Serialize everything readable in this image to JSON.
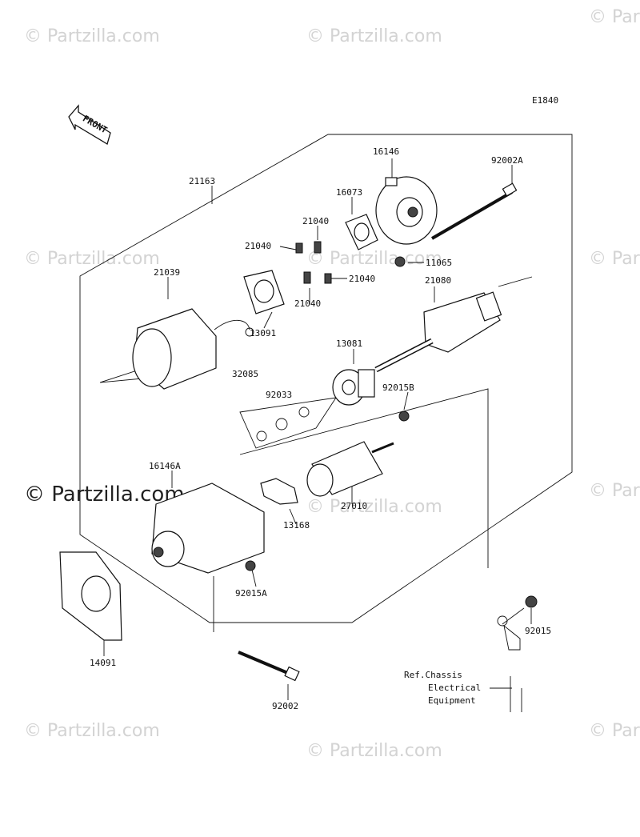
{
  "diagram_code": "E1840",
  "front_label": "FRONT",
  "watermark": {
    "faint_text": "© Partzilla.com",
    "bold_text": "© Partzilla.com"
  },
  "parts": {
    "p21163": "21163",
    "p16146": "16146",
    "p92002A": "92002A",
    "p16073": "16073",
    "p21040_a": "21040",
    "p21040_b": "21040",
    "p21040_c": "21040",
    "p21040_d": "21040",
    "p11065": "11065",
    "p21039": "21039",
    "p13091": "13091",
    "p21080": "21080",
    "p13081": "13081",
    "p32085": "32085",
    "p92033": "92033",
    "p92015B": "92015B",
    "p16146A": "16146A",
    "p27010": "27010",
    "p13168": "13168",
    "p92015A": "92015A",
    "p92015": "92015",
    "p14091": "14091",
    "p92002": "92002"
  },
  "reference": {
    "line1": "Ref.Chassis",
    "line2": "Electrical",
    "line3": "Equipment"
  }
}
